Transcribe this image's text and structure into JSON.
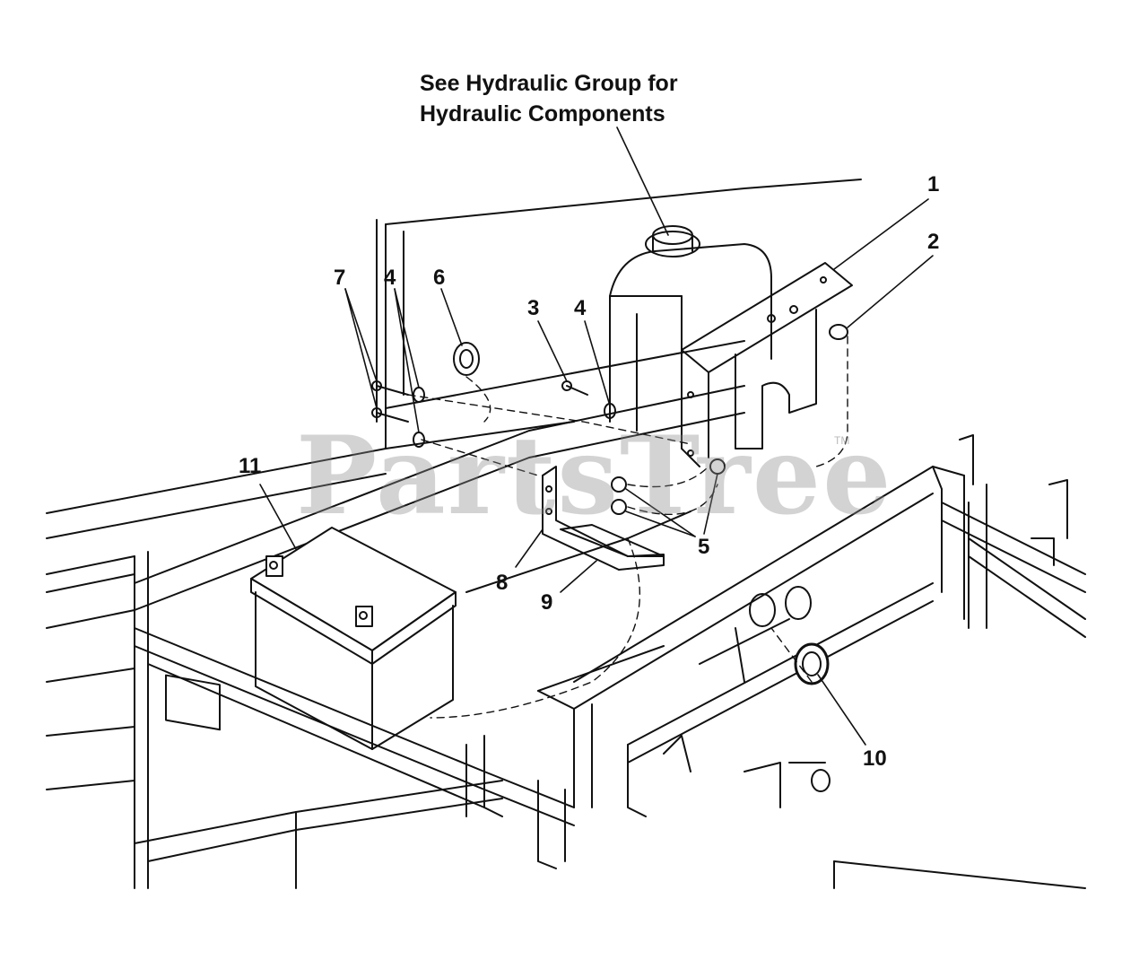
{
  "note": {
    "line1": "See Hydraulic Group for",
    "line2": "Hydraulic Components"
  },
  "callouts": [
    {
      "id": "c1",
      "label": "1"
    },
    {
      "id": "c2",
      "label": "2"
    },
    {
      "id": "c3",
      "label": "3"
    },
    {
      "id": "c4a",
      "label": "4"
    },
    {
      "id": "c4b",
      "label": "4"
    },
    {
      "id": "c5",
      "label": "5"
    },
    {
      "id": "c6",
      "label": "6"
    },
    {
      "id": "c7",
      "label": "7"
    },
    {
      "id": "c8",
      "label": "8"
    },
    {
      "id": "c9",
      "label": "9"
    },
    {
      "id": "c10",
      "label": "10"
    },
    {
      "id": "c11",
      "label": "11"
    }
  ],
  "watermark": {
    "text": "PartsTree",
    "trademark": "TM"
  },
  "colors": {
    "line": "#111111",
    "watermark": "#8c8c8c"
  }
}
